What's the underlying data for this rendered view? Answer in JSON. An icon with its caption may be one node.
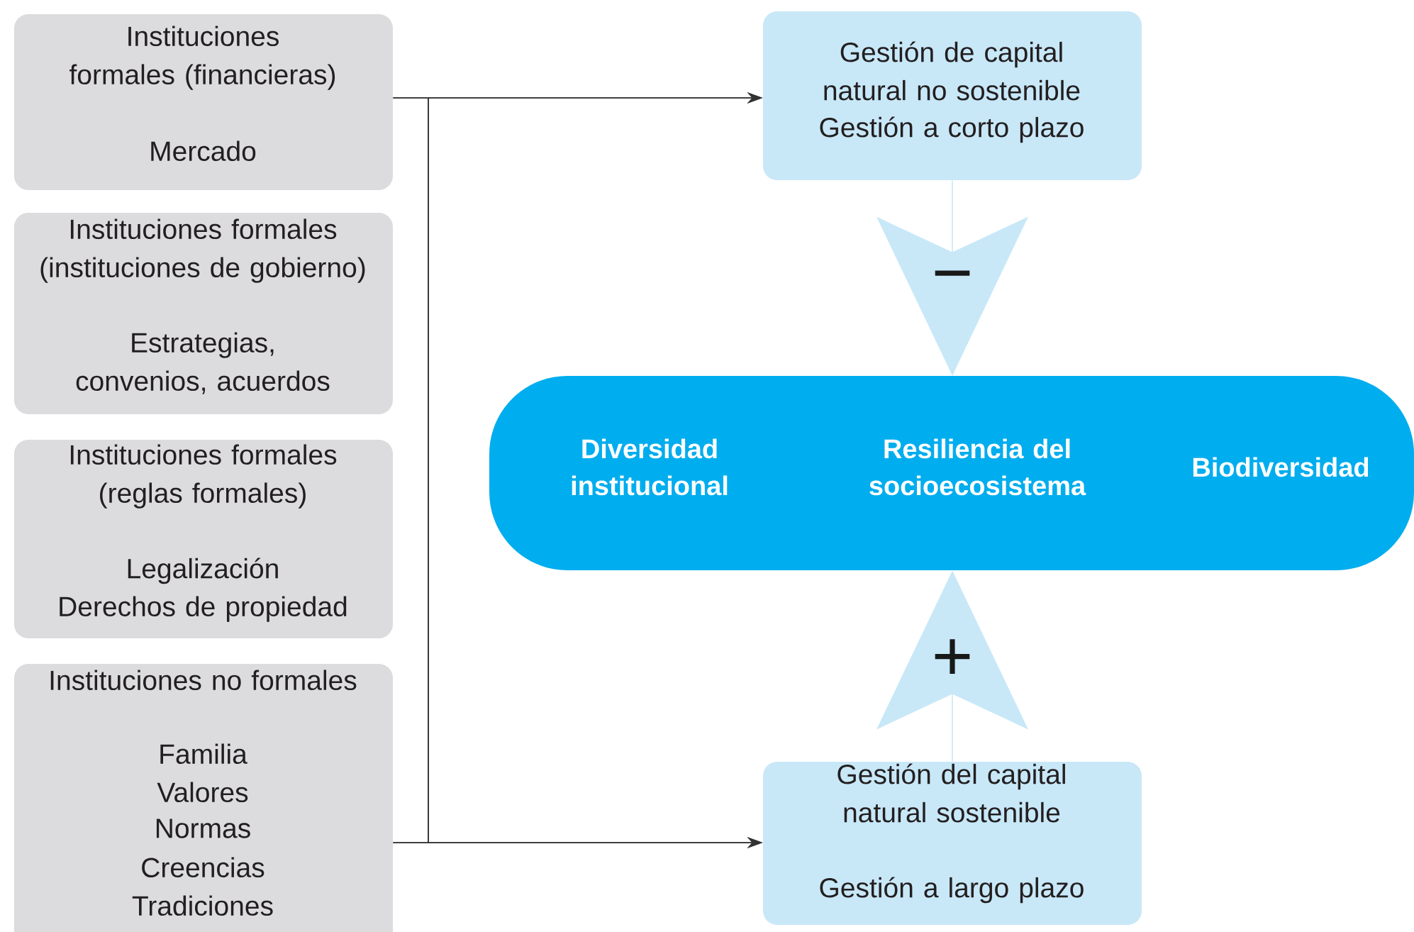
{
  "diagram": {
    "nodes": [
      {
        "text": [
          "Instituciones formales (financieras)",
          "Mercado"
        ]
      },
      {
        "text": [
          "Instituciones formales (instituciones de gobierno)",
          "Estrategias, convenios, acuerdos"
        ]
      },
      {
        "text": [
          "Instituciones formales (reglas formales)",
          "Legalización",
          "Derechos de propiedad"
        ]
      },
      {
        "text": [
          "Instituciones no formales",
          "Familia",
          "Valores",
          "Normas",
          "Creencias",
          "Tradiciones"
        ]
      },
      {
        "text": [
          "Gestión de capital natural no sostenible",
          "Gestión a corto plazo"
        ]
      },
      {
        "text": [
          "Gestión del capital natural sostenible",
          "Gestión a largo plazo"
        ]
      },
      {
        "text": [
          "Diversidad institucional",
          "Resiliencia del socioecosistema",
          "Biodiversidad"
        ]
      }
    ],
    "edges": [
      {
        "from": 0,
        "to": 4,
        "arrow": "to"
      },
      {
        "from": 0,
        "to": 5,
        "arrow": "to"
      },
      {
        "from": 3,
        "to": 4,
        "arrow": "to"
      },
      {
        "from": 3,
        "to": 5,
        "arrow": "to"
      },
      {
        "from": 4,
        "to": 6,
        "arrow": "to",
        "label": "−",
        "color": "#c8e8f8"
      },
      {
        "from": 5,
        "to": 6,
        "arrow": "to",
        "label": "+",
        "color": "#c8e8f8"
      }
    ]
  }
}
